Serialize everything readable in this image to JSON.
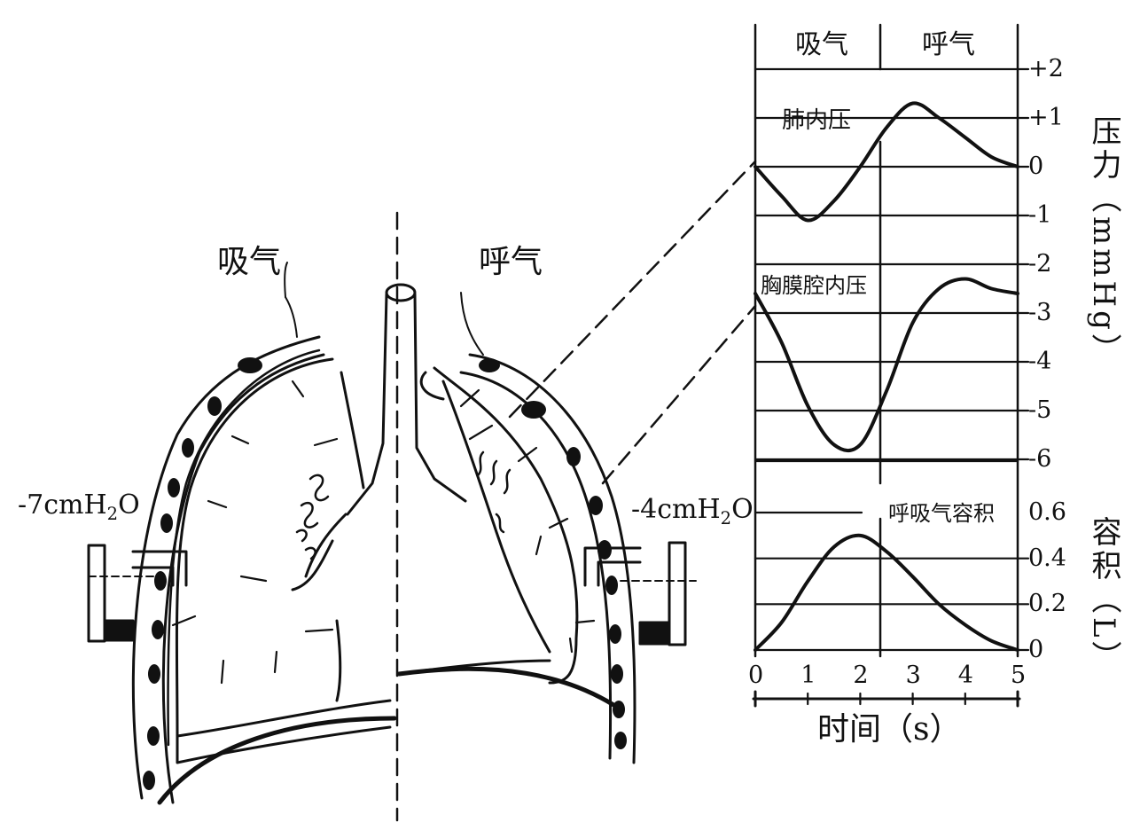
{
  "lung": {
    "inhale_label": "吸气",
    "exhale_label": "呼气",
    "left_pressure": {
      "prefix": "-7cmH",
      "sub": "2",
      "suffix": "O"
    },
    "right_pressure": {
      "prefix": "-4cmH",
      "sub": "2",
      "suffix": "O"
    }
  },
  "chart": {
    "phase_inhale": "吸气",
    "phase_exhale": "呼气",
    "curve_intrapulmonary": "肺内压",
    "curve_intrapleural": "胸膜腔内压",
    "curve_volume": "呼吸气容积",
    "pressure_axis_label": "压力（mmHg）",
    "volume_axis_label": "容积（L）",
    "time_axis_label": "时间（s）",
    "pressure_ticks": [
      "+2",
      "+1",
      "0",
      "-1",
      "-2",
      "-3",
      "-4",
      "-5",
      "-6"
    ],
    "volume_ticks": [
      "0.6",
      "0.4",
      "0.2",
      "0"
    ],
    "time_ticks": [
      "0",
      "1",
      "2",
      "3",
      "4",
      "5"
    ]
  },
  "chart_data": {
    "type": "line",
    "x": [
      0,
      0.5,
      1,
      1.5,
      2,
      2.5,
      3,
      3.5,
      4,
      4.5,
      5
    ],
    "xlabel": "时间（s）",
    "xlim": [
      0,
      5
    ],
    "series": [
      {
        "name": "肺内压",
        "unit": "mmHg",
        "values": [
          0,
          -0.6,
          -1.1,
          -0.7,
          0,
          0.8,
          1.3,
          1.0,
          0.6,
          0.2,
          0
        ]
      },
      {
        "name": "胸膜腔内压",
        "unit": "mmHg",
        "values": [
          -2.6,
          -3.6,
          -4.9,
          -5.7,
          -5.7,
          -4.6,
          -3.2,
          -2.5,
          -2.3,
          -2.5,
          -2.6
        ]
      },
      {
        "name": "呼吸气容积",
        "unit": "L",
        "values": [
          0,
          0.12,
          0.3,
          0.45,
          0.5,
          0.43,
          0.32,
          0.2,
          0.11,
          0.04,
          0
        ]
      }
    ],
    "pressure_ylim": [
      -6,
      2
    ],
    "volume_ylim": [
      0,
      0.6
    ],
    "grid": true
  }
}
